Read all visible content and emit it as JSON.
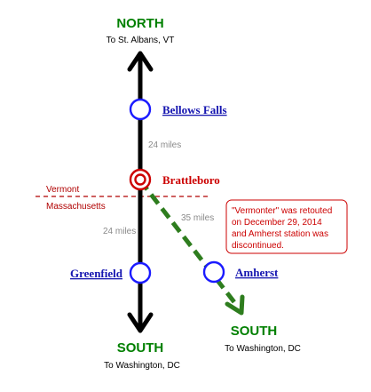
{
  "colors": {
    "north_label": "#008000",
    "south_label": "#008000",
    "station_link": "#1515b0",
    "current_station": "#cc0000",
    "rail_main": "#000000",
    "rail_branch": "#2e7d1e",
    "station_ring": "#1a1aff",
    "distance_text": "#8a8a8a",
    "state_line": "#b00000",
    "note_border": "#cc0000"
  },
  "north": {
    "label": "NORTH",
    "sub": "To St. Albans, VT"
  },
  "south_main": {
    "label": "SOUTH",
    "sub": "To Washington, DC"
  },
  "south_branch": {
    "label": "SOUTH",
    "sub": "To Washington, DC"
  },
  "stations": {
    "bellows_falls": "Bellows Falls",
    "brattleboro": "Brattleboro",
    "greenfield": "Greenfield",
    "amherst": "Amherst"
  },
  "distances": {
    "bellows_to_brattleboro": "24 miles",
    "brattleboro_to_greenfield": "24 miles",
    "brattleboro_to_amherst": "35 miles"
  },
  "states": {
    "north": "Vermont",
    "south": "Massachusetts"
  },
  "note": {
    "line1": "\"Vermonter\" was retouted",
    "line2": "on December 29, 2014",
    "line3": "and Amherst station was",
    "line4": "discontinued."
  },
  "icons": [
    "arrow-up-icon",
    "arrow-down-icon",
    "station-circle-icon",
    "current-station-icon"
  ]
}
